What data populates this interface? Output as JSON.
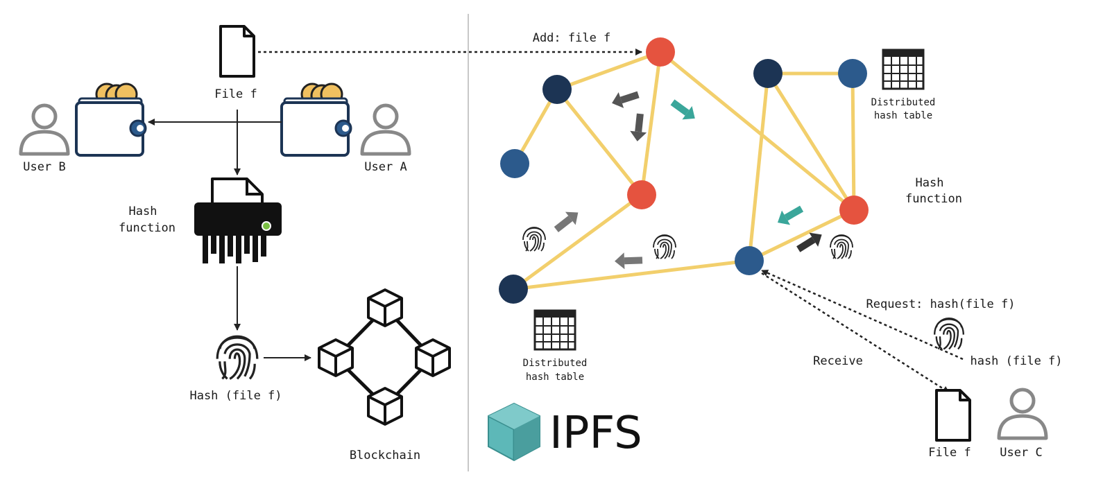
{
  "left": {
    "file_label": "File f",
    "user_a_label": "User A",
    "user_b_label": "User B",
    "hash_function_label_1": "Hash",
    "hash_function_label_2": "function",
    "hash_label": "Hash (file f)",
    "blockchain_label": "Blockchain"
  },
  "right": {
    "add_label": "Add: file f",
    "dht_top_1": "Distributed",
    "dht_top_2": "hash table",
    "dht_bottom_1": "Distributed",
    "dht_bottom_2": "hash table",
    "hash_function_1": "Hash",
    "hash_function_2": "function",
    "request_label": "Request: hash(file f)",
    "hash_file_label": "hash (file f)",
    "receive_label": "Receive",
    "file_c_label": "File f",
    "user_c_label": "User C",
    "brand": "IPFS"
  },
  "colors": {
    "red_node": "#e5533f",
    "dark_node": "#1c3454",
    "blue_node": "#2c5a8c",
    "edge": "#f2cf6c",
    "teal_arrow": "#3aa69a",
    "gray_arrow": "#555555",
    "coin": "#f0c060",
    "cube": "#5db8b8"
  },
  "icons": [
    "file-icon",
    "wallet-icon",
    "user-icon",
    "shredder-icon",
    "fingerprint-icon",
    "blockchain-icon",
    "table-icon",
    "ipfs-cube-icon"
  ]
}
